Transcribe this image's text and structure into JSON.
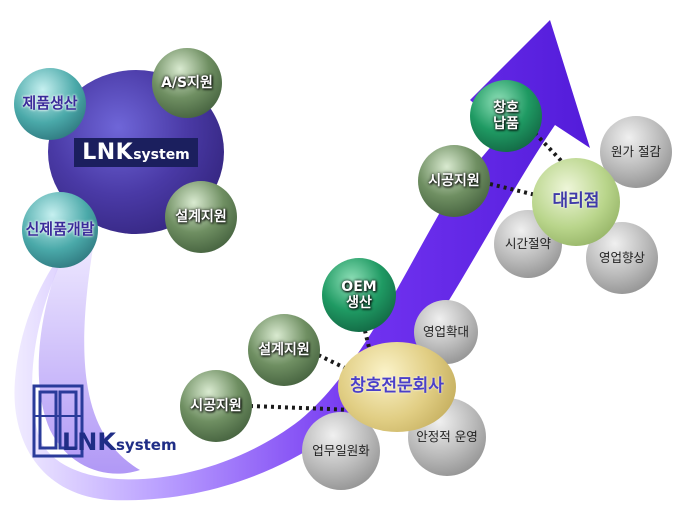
{
  "colors": {
    "arrow_light": "#e6ddff",
    "arrow_dark": "#5a18e0",
    "dots": "#222222"
  },
  "lnk": {
    "brand_big": "LNK",
    "brand_small": "system",
    "satellites": [
      "제품생산",
      "A/S지원",
      "설계지원",
      "신제품개발"
    ]
  },
  "logo": {
    "brand_big": "LNK",
    "brand_small": "system"
  },
  "arrow_nodes": {
    "n1": "시공지원",
    "n2": "설계지원",
    "n3_line1": "OEM",
    "n3_line2": "생산",
    "n4": "시공지원",
    "n5_line1": "창호",
    "n5_line2": "납품"
  },
  "hub_window": {
    "label": "창호전문회사",
    "satellites": [
      "영업확대",
      "안정적 운영",
      "업무일원화"
    ]
  },
  "hub_agency": {
    "label": "대리점",
    "satellites": [
      "원가 절감",
      "시간절약",
      "영업향상"
    ]
  }
}
